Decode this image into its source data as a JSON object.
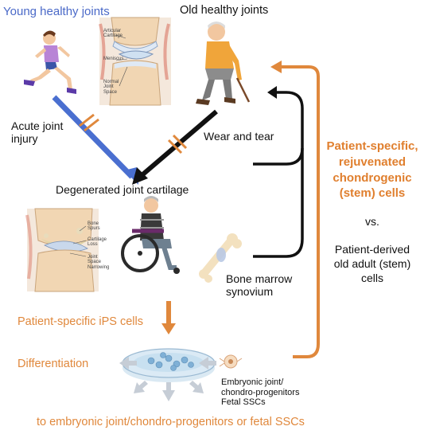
{
  "labels": {
    "young": "Young healthy joints",
    "old": "Old healthy joints",
    "acute": [
      "Acute joint",
      "injury"
    ],
    "wear": "Wear and tear",
    "degenerated": "Degenerated joint cartilage",
    "bone_marrow": [
      "Bone marrow",
      "synovium"
    ],
    "ips": "Patient-specific iPS cells",
    "differentiation": "Differentiation",
    "embryonic": [
      "Embryonic joint/",
      "chondro-progenitors",
      "Fetal SSCs"
    ],
    "bottom": "to embryonic joint/chondro-progenitors or fetal SSCs",
    "rejuvenated": [
      "Patient-specific,",
      "rejuvenated",
      "chondrogenic",
      "(stem) cells"
    ],
    "vs": "vs.",
    "derived": [
      "Patient-derived",
      "old adult (stem)",
      "cells"
    ]
  },
  "knee_healthy_labels": {
    "articular": [
      "Articular",
      "Cartilage"
    ],
    "meniscus": "Meniscus",
    "normal": [
      "Normal",
      "Joint",
      "Space"
    ]
  },
  "knee_damaged_labels": {
    "spurs": [
      "Bone",
      "Spurs"
    ],
    "loss": [
      "Cartilage",
      "Loss"
    ],
    "narrowing": [
      "Joint",
      "Space",
      "Narrowing"
    ]
  },
  "colors": {
    "blue_arrow": "#4a6fd0",
    "orange": "#e0883c",
    "black": "#111111"
  },
  "icons": [
    "runner-figure",
    "elderly-man-figure",
    "wheelchair-figure",
    "bone-joint-icon",
    "petri-dish-icon",
    "cell-icon"
  ]
}
